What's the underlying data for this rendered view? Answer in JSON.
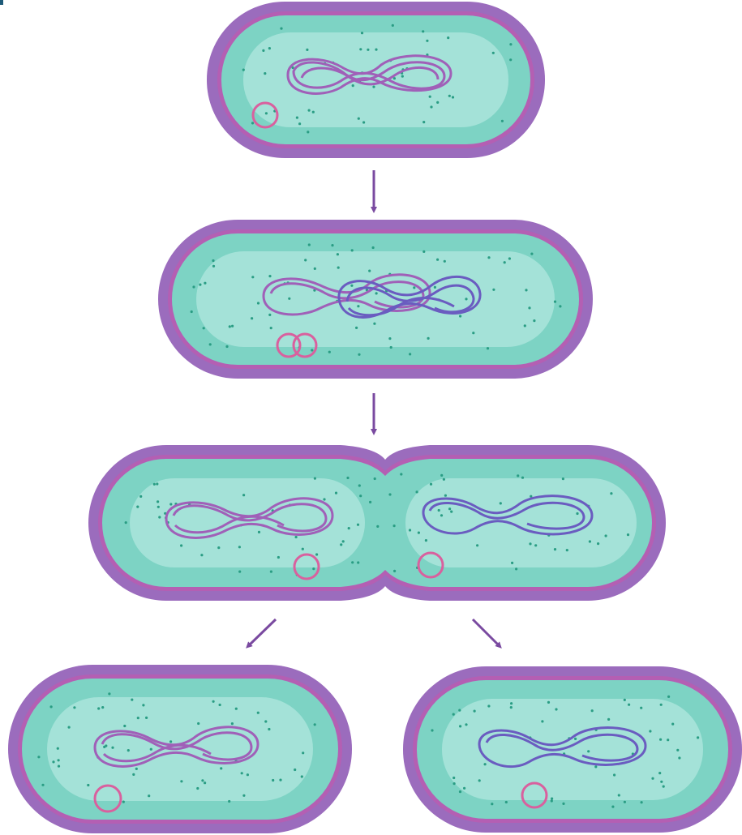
{
  "diagram": {
    "stages": [
      {
        "name": "parent-cell",
        "chromosomes": [
          "parent"
        ],
        "plasmids": 1
      },
      {
        "name": "replicating-cell",
        "chromosomes": [
          "parent",
          "copy"
        ],
        "plasmids": 2
      },
      {
        "name": "dividing-cell",
        "chromosomes": [
          "parent",
          "copy"
        ],
        "plasmids": 2
      },
      {
        "name": "daughter-cells",
        "count": 2,
        "chromosomes": [
          "parent",
          "copy"
        ],
        "plasmids_each": 1
      }
    ],
    "arrows": [
      "stage1-to-stage2",
      "stage2-to-stage3",
      "stage3-to-daughter-left",
      "stage3-to-daughter-right"
    ]
  },
  "colors": {
    "background": "#ffffff",
    "cell_wall_outer": "#9b6cbd",
    "cell_wall_inner": "#b794d4",
    "cell_membrane": "#b45fb3",
    "cytoplasm_outer": "#7dd3c4",
    "cytoplasm_inner": "#a4e2d8",
    "ribosome_dots": "#2a9d84",
    "parent_dna": "#a060b8",
    "copied_dna": "#6a5cc0",
    "plasmid": "#d9609e",
    "arrow": "#7a4aa0",
    "corner_mark": "#1e5a78"
  }
}
